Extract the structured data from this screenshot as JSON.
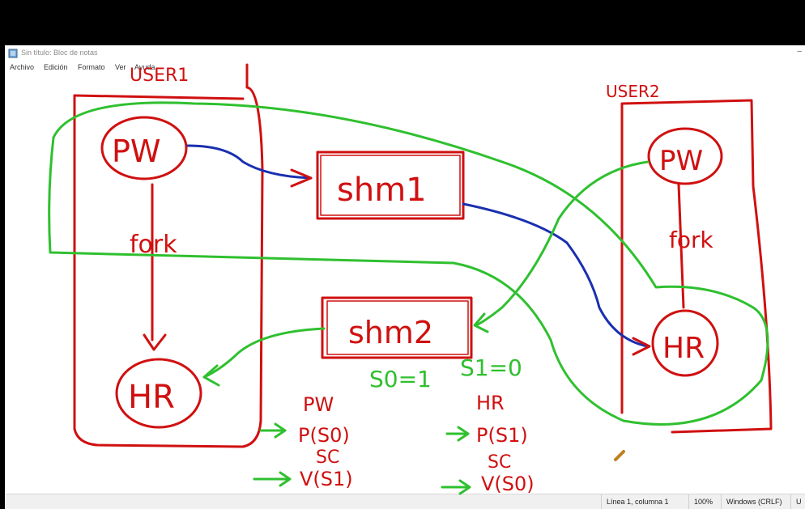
{
  "window": {
    "title": "Sin título: Bloc de notas",
    "minimize_glyph": "–"
  },
  "menu": [
    "Archivo",
    "Edición",
    "Formato",
    "Ver",
    "Ayuda"
  ],
  "status": {
    "position": "Línea 1, columna 1",
    "zoom": "100%",
    "line_ending": "Windows (CRLF)",
    "encoding": "U"
  },
  "drawing": {
    "user1_label": "USER1",
    "user2_label": "USER2",
    "pw_label": "PW",
    "hr_label": "HR",
    "fork_label": "fork",
    "shm1_label": "shm1",
    "shm2_label": "shm2",
    "s0_label": "S0=1",
    "s1_label": "S1=0",
    "pw_code": [
      "PW",
      "P(S0)",
      "SC",
      "V(S1)"
    ],
    "hr_code": [
      "HR",
      "P(S1)",
      "SC",
      "V(S0)"
    ],
    "colors": {
      "red": "#d01010",
      "green": "#2fc02f",
      "blue": "#1a2fb0"
    }
  }
}
